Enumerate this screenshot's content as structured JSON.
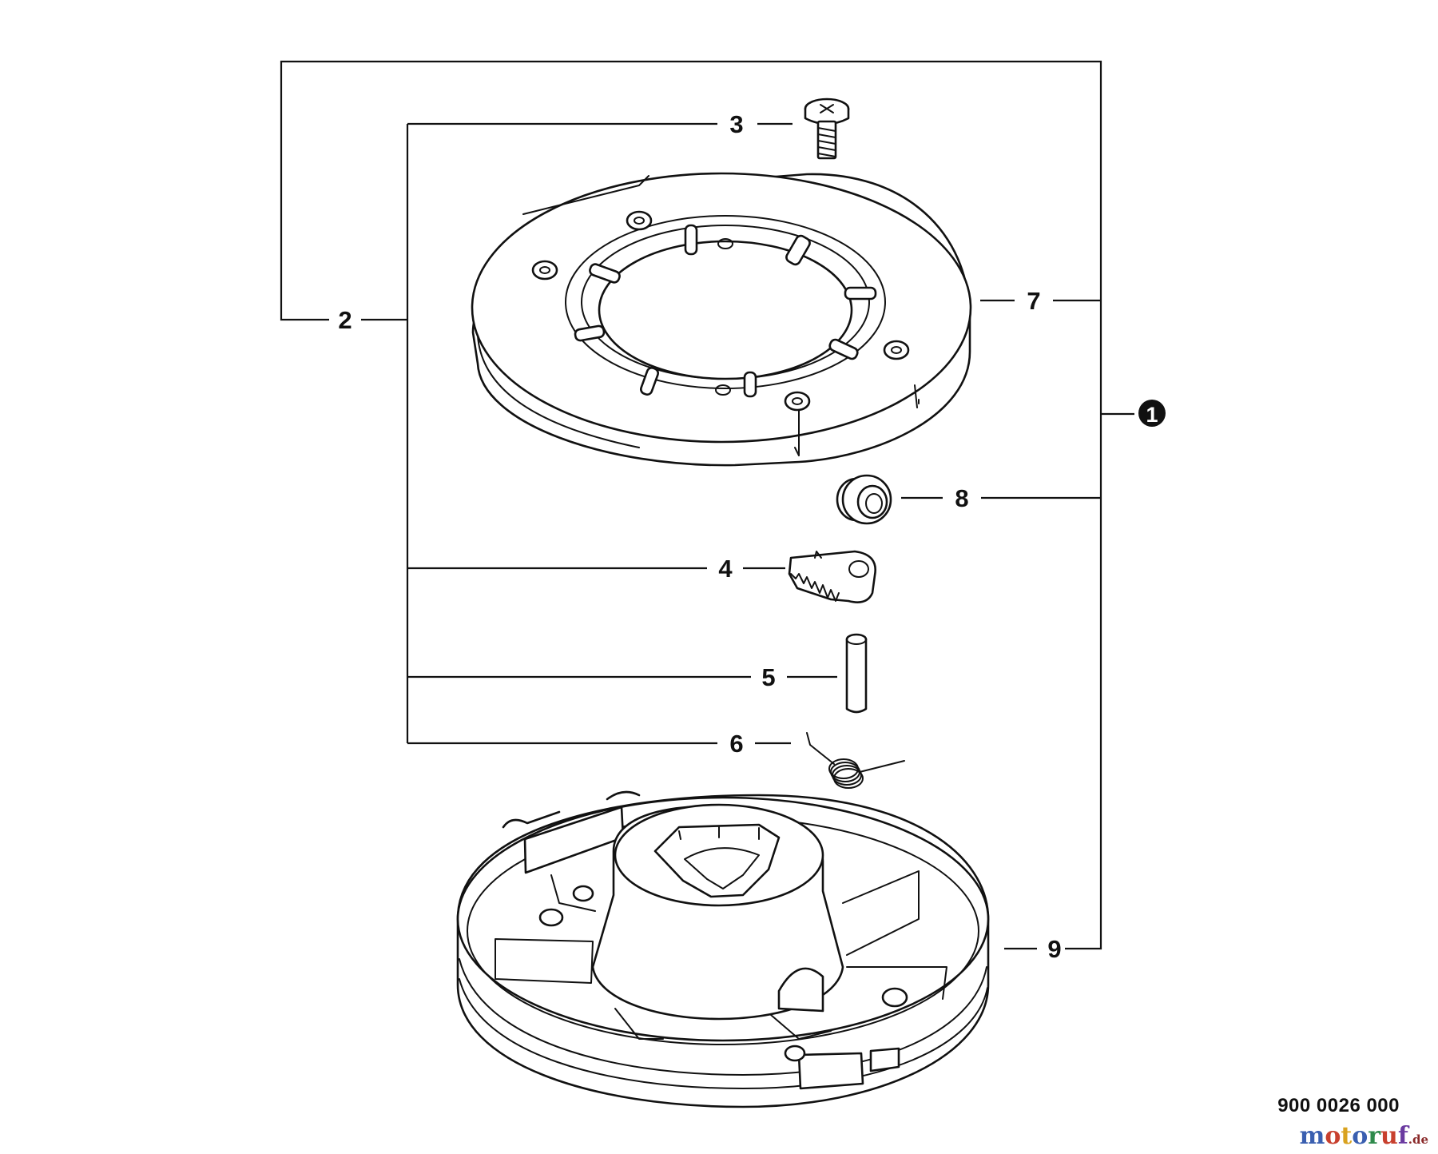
{
  "diagram": {
    "labels": {
      "l1": "1",
      "l2": "2",
      "l3": "3",
      "l4": "4",
      "l5": "5",
      "l6": "6",
      "l7": "7",
      "l8": "8",
      "l9": "9"
    },
    "part_number": "900 0026 000",
    "watermark": {
      "text": "motoruf",
      "domain": ".de",
      "letter_colors": [
        "#3a5fb0",
        "#c8402e",
        "#d9a21f",
        "#3a5fb0",
        "#2e8a4b",
        "#c8402e",
        "#6a3aa0"
      ]
    }
  }
}
